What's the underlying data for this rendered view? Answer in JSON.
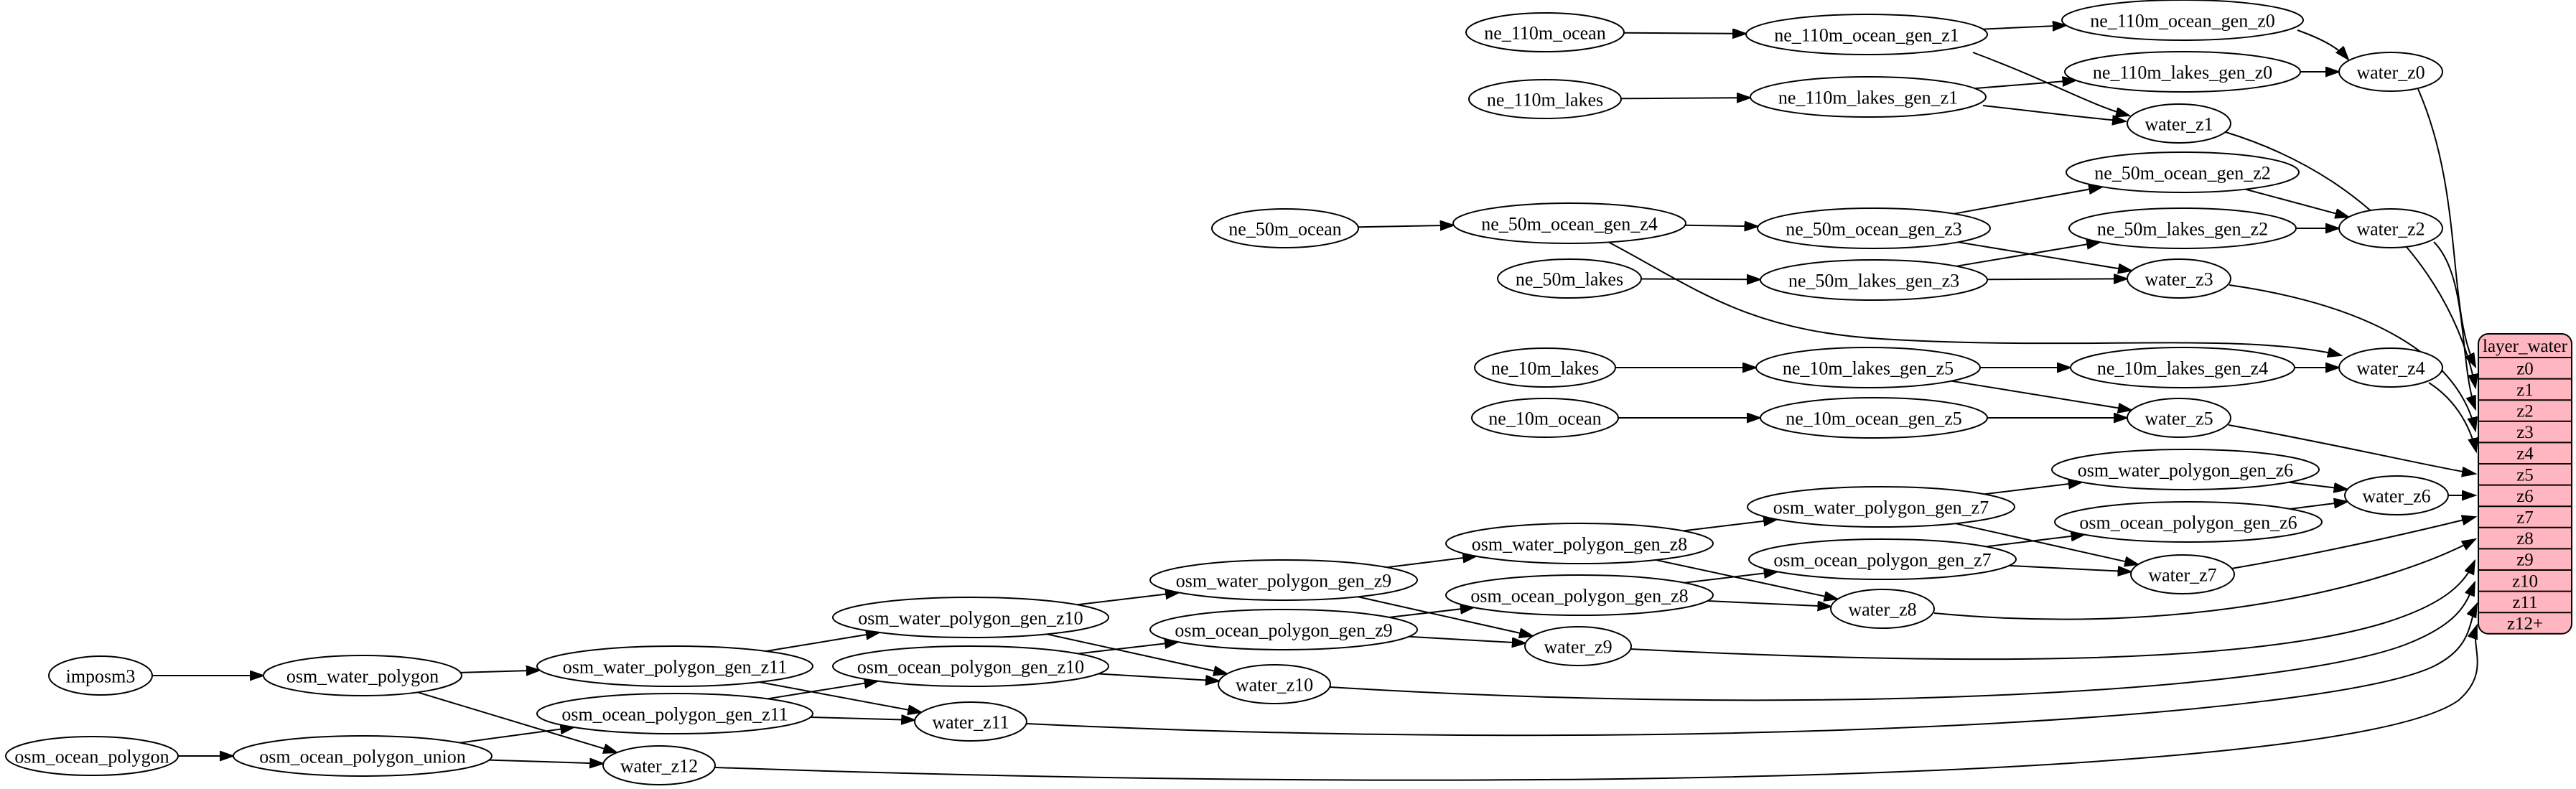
{
  "graph": {
    "background": "#ffffff",
    "edge_color": "#000000",
    "node_fill": "#ffffff",
    "node_stroke": "#000000",
    "text_color": "#000000",
    "record": {
      "title": "layer_water",
      "rows": [
        "z0",
        "z1",
        "z2",
        "z3",
        "z4",
        "z5",
        "z6",
        "z7",
        "z8",
        "z9",
        "z10",
        "z11",
        "z12+"
      ],
      "fill": "#ffb6c1",
      "stroke": "#000000"
    },
    "nodes": [
      {
        "id": "ne_110m_ocean",
        "label": "ne_110m_ocean"
      },
      {
        "id": "ne_110m_ocean_gen_z1",
        "label": "ne_110m_ocean_gen_z1"
      },
      {
        "id": "ne_110m_ocean_gen_z0",
        "label": "ne_110m_ocean_gen_z0"
      },
      {
        "id": "ne_110m_lakes",
        "label": "ne_110m_lakes"
      },
      {
        "id": "ne_110m_lakes_gen_z1",
        "label": "ne_110m_lakes_gen_z1"
      },
      {
        "id": "ne_110m_lakes_gen_z0",
        "label": "ne_110m_lakes_gen_z0"
      },
      {
        "id": "water_z0",
        "label": "water_z0"
      },
      {
        "id": "water_z1",
        "label": "water_z1"
      },
      {
        "id": "ne_50m_ocean",
        "label": "ne_50m_ocean"
      },
      {
        "id": "ne_50m_ocean_gen_z4",
        "label": "ne_50m_ocean_gen_z4"
      },
      {
        "id": "ne_50m_ocean_gen_z3",
        "label": "ne_50m_ocean_gen_z3"
      },
      {
        "id": "ne_50m_ocean_gen_z2",
        "label": "ne_50m_ocean_gen_z2"
      },
      {
        "id": "ne_50m_lakes",
        "label": "ne_50m_lakes"
      },
      {
        "id": "ne_50m_lakes_gen_z3",
        "label": "ne_50m_lakes_gen_z3"
      },
      {
        "id": "ne_50m_lakes_gen_z2",
        "label": "ne_50m_lakes_gen_z2"
      },
      {
        "id": "water_z2",
        "label": "water_z2"
      },
      {
        "id": "water_z3",
        "label": "water_z3"
      },
      {
        "id": "ne_10m_lakes",
        "label": "ne_10m_lakes"
      },
      {
        "id": "ne_10m_lakes_gen_z5",
        "label": "ne_10m_lakes_gen_z5"
      },
      {
        "id": "ne_10m_lakes_gen_z4",
        "label": "ne_10m_lakes_gen_z4"
      },
      {
        "id": "water_z4",
        "label": "water_z4"
      },
      {
        "id": "ne_10m_ocean",
        "label": "ne_10m_ocean"
      },
      {
        "id": "ne_10m_ocean_gen_z5",
        "label": "ne_10m_ocean_gen_z5"
      },
      {
        "id": "water_z5",
        "label": "water_z5"
      },
      {
        "id": "osm_water_polygon_gen_z6",
        "label": "osm_water_polygon_gen_z6"
      },
      {
        "id": "water_z6",
        "label": "water_z6"
      },
      {
        "id": "osm_water_polygon_gen_z7",
        "label": "osm_water_polygon_gen_z7"
      },
      {
        "id": "osm_ocean_polygon_gen_z6",
        "label": "osm_ocean_polygon_gen_z6"
      },
      {
        "id": "osm_water_polygon_gen_z8",
        "label": "osm_water_polygon_gen_z8"
      },
      {
        "id": "osm_ocean_polygon_gen_z7",
        "label": "osm_ocean_polygon_gen_z7"
      },
      {
        "id": "water_z7",
        "label": "water_z7"
      },
      {
        "id": "osm_water_polygon_gen_z9",
        "label": "osm_water_polygon_gen_z9"
      },
      {
        "id": "osm_ocean_polygon_gen_z8",
        "label": "osm_ocean_polygon_gen_z8"
      },
      {
        "id": "water_z8",
        "label": "water_z8"
      },
      {
        "id": "osm_water_polygon_gen_z10",
        "label": "osm_water_polygon_gen_z10"
      },
      {
        "id": "osm_ocean_polygon_gen_z9",
        "label": "osm_ocean_polygon_gen_z9"
      },
      {
        "id": "water_z9",
        "label": "water_z9"
      },
      {
        "id": "osm_water_polygon_gen_z11",
        "label": "osm_water_polygon_gen_z11"
      },
      {
        "id": "osm_ocean_polygon_gen_z10",
        "label": "osm_ocean_polygon_gen_z10"
      },
      {
        "id": "water_z10",
        "label": "water_z10"
      },
      {
        "id": "imposm3",
        "label": "imposm3"
      },
      {
        "id": "osm_water_polygon",
        "label": "osm_water_polygon"
      },
      {
        "id": "osm_ocean_polygon_gen_z11",
        "label": "osm_ocean_polygon_gen_z11"
      },
      {
        "id": "water_z11",
        "label": "water_z11"
      },
      {
        "id": "osm_ocean_polygon",
        "label": "osm_ocean_polygon"
      },
      {
        "id": "osm_ocean_polygon_union",
        "label": "osm_ocean_polygon_union"
      },
      {
        "id": "water_z12",
        "label": "water_z12"
      }
    ],
    "edges": [
      {
        "from": "ne_110m_ocean",
        "to": "ne_110m_ocean_gen_z1"
      },
      {
        "from": "ne_110m_ocean_gen_z1",
        "to": "ne_110m_ocean_gen_z0"
      },
      {
        "from": "ne_110m_ocean_gen_z1",
        "to": "water_z1"
      },
      {
        "from": "ne_110m_lakes",
        "to": "ne_110m_lakes_gen_z1"
      },
      {
        "from": "ne_110m_lakes_gen_z1",
        "to": "ne_110m_lakes_gen_z0"
      },
      {
        "from": "ne_110m_lakes_gen_z1",
        "to": "water_z1"
      },
      {
        "from": "ne_110m_ocean_gen_z0",
        "to": "water_z0"
      },
      {
        "from": "ne_110m_lakes_gen_z0",
        "to": "water_z0"
      },
      {
        "from": "water_z0",
        "to": "layer_water",
        "port": "z0"
      },
      {
        "from": "water_z1",
        "to": "layer_water",
        "port": "z1"
      },
      {
        "from": "ne_50m_ocean",
        "to": "ne_50m_ocean_gen_z4"
      },
      {
        "from": "ne_50m_ocean_gen_z4",
        "to": "ne_50m_ocean_gen_z3"
      },
      {
        "from": "ne_50m_ocean_gen_z4",
        "to": "water_z4"
      },
      {
        "from": "ne_50m_ocean_gen_z3",
        "to": "ne_50m_ocean_gen_z2"
      },
      {
        "from": "ne_50m_ocean_gen_z3",
        "to": "water_z3"
      },
      {
        "from": "ne_50m_ocean_gen_z2",
        "to": "water_z2"
      },
      {
        "from": "ne_50m_lakes",
        "to": "ne_50m_lakes_gen_z3"
      },
      {
        "from": "ne_50m_lakes_gen_z3",
        "to": "ne_50m_lakes_gen_z2"
      },
      {
        "from": "ne_50m_lakes_gen_z3",
        "to": "water_z3"
      },
      {
        "from": "ne_50m_lakes_gen_z2",
        "to": "water_z2"
      },
      {
        "from": "water_z2",
        "to": "layer_water",
        "port": "z2"
      },
      {
        "from": "water_z3",
        "to": "layer_water",
        "port": "z3"
      },
      {
        "from": "ne_10m_lakes",
        "to": "ne_10m_lakes_gen_z5"
      },
      {
        "from": "ne_10m_lakes_gen_z5",
        "to": "ne_10m_lakes_gen_z4"
      },
      {
        "from": "ne_10m_lakes_gen_z5",
        "to": "water_z5"
      },
      {
        "from": "ne_10m_lakes_gen_z4",
        "to": "water_z4"
      },
      {
        "from": "ne_10m_ocean",
        "to": "ne_10m_ocean_gen_z5"
      },
      {
        "from": "ne_10m_ocean_gen_z5",
        "to": "water_z5"
      },
      {
        "from": "water_z4",
        "to": "layer_water",
        "port": "z4"
      },
      {
        "from": "water_z5",
        "to": "layer_water",
        "port": "z5"
      },
      {
        "from": "imposm3",
        "to": "osm_water_polygon"
      },
      {
        "from": "osm_water_polygon",
        "to": "osm_water_polygon_gen_z11"
      },
      {
        "from": "osm_water_polygon",
        "to": "water_z12"
      },
      {
        "from": "osm_ocean_polygon",
        "to": "osm_ocean_polygon_union"
      },
      {
        "from": "osm_ocean_polygon_union",
        "to": "osm_ocean_polygon_gen_z11"
      },
      {
        "from": "osm_ocean_polygon_union",
        "to": "water_z12"
      },
      {
        "from": "osm_water_polygon_gen_z11",
        "to": "osm_water_polygon_gen_z10"
      },
      {
        "from": "osm_water_polygon_gen_z11",
        "to": "water_z11"
      },
      {
        "from": "osm_ocean_polygon_gen_z11",
        "to": "osm_ocean_polygon_gen_z10"
      },
      {
        "from": "osm_ocean_polygon_gen_z11",
        "to": "water_z11"
      },
      {
        "from": "osm_water_polygon_gen_z10",
        "to": "osm_water_polygon_gen_z9"
      },
      {
        "from": "osm_water_polygon_gen_z10",
        "to": "water_z10"
      },
      {
        "from": "osm_ocean_polygon_gen_z10",
        "to": "osm_ocean_polygon_gen_z9"
      },
      {
        "from": "osm_ocean_polygon_gen_z10",
        "to": "water_z10"
      },
      {
        "from": "osm_water_polygon_gen_z9",
        "to": "osm_water_polygon_gen_z8"
      },
      {
        "from": "osm_water_polygon_gen_z9",
        "to": "water_z9"
      },
      {
        "from": "osm_ocean_polygon_gen_z9",
        "to": "osm_ocean_polygon_gen_z8"
      },
      {
        "from": "osm_ocean_polygon_gen_z9",
        "to": "water_z9"
      },
      {
        "from": "osm_water_polygon_gen_z8",
        "to": "osm_water_polygon_gen_z7"
      },
      {
        "from": "osm_water_polygon_gen_z8",
        "to": "water_z8"
      },
      {
        "from": "osm_ocean_polygon_gen_z8",
        "to": "osm_ocean_polygon_gen_z7"
      },
      {
        "from": "osm_ocean_polygon_gen_z8",
        "to": "water_z8"
      },
      {
        "from": "osm_water_polygon_gen_z7",
        "to": "osm_water_polygon_gen_z6"
      },
      {
        "from": "osm_water_polygon_gen_z7",
        "to": "water_z7"
      },
      {
        "from": "osm_ocean_polygon_gen_z7",
        "to": "osm_ocean_polygon_gen_z6"
      },
      {
        "from": "osm_ocean_polygon_gen_z7",
        "to": "water_z7"
      },
      {
        "from": "osm_water_polygon_gen_z6",
        "to": "water_z6"
      },
      {
        "from": "osm_ocean_polygon_gen_z6",
        "to": "water_z6"
      },
      {
        "from": "water_z6",
        "to": "layer_water",
        "port": "z6"
      },
      {
        "from": "water_z7",
        "to": "layer_water",
        "port": "z7"
      },
      {
        "from": "water_z8",
        "to": "layer_water",
        "port": "z8"
      },
      {
        "from": "water_z9",
        "to": "layer_water",
        "port": "z9"
      },
      {
        "from": "water_z10",
        "to": "layer_water",
        "port": "z10"
      },
      {
        "from": "water_z11",
        "to": "layer_water",
        "port": "z11"
      },
      {
        "from": "water_z12",
        "to": "layer_water",
        "port": "z12+"
      }
    ]
  }
}
